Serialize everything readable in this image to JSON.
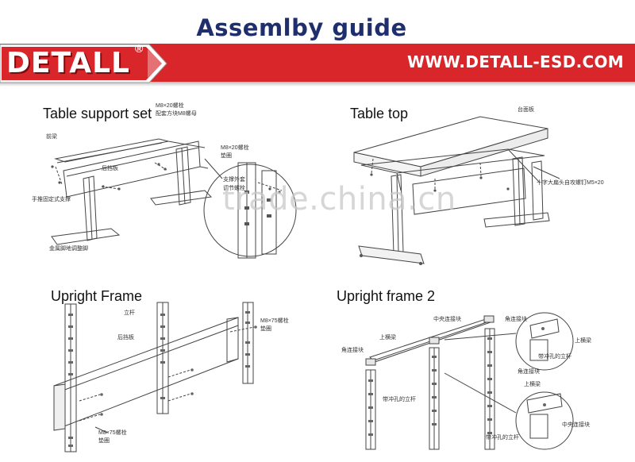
{
  "header": {
    "title": "Assemlby guide",
    "brand": "DETALL",
    "registered_mark": "®",
    "website": "WWW.DETALL-ESD.COM",
    "banner_color": "#d8262b",
    "title_color": "#1f2f6e"
  },
  "watermark": "trade.china.cn",
  "panels": {
    "table_support_set": {
      "label": "Table support set",
      "notes": [
        "M8×20螺栓",
        "配套方块M8螺母",
        "前梁",
        "M8×20螺栓",
        "垫圈",
        "后挡板",
        "支撑外套",
        "调节螺栓",
        "手推固定式支撑",
        "金属脚地调整脚"
      ]
    },
    "table_top": {
      "label": "Table top",
      "notes": [
        "台面板",
        "十字大扁头自攻螺钉M5×20"
      ]
    },
    "upright_frame": {
      "label": "Upright Frame",
      "notes": [
        "立杆",
        "M8×75螺栓",
        "垫圈",
        "后挡板",
        "M8×75螺栓",
        "垫圈"
      ]
    },
    "upright_frame_2": {
      "label": "Upright frame 2",
      "notes": [
        "中央连接块",
        "角连接块",
        "上横梁",
        "角连接块",
        "带冲孔的立杆",
        "角连接块",
        "上横梁",
        "带冲孔的立杆",
        "上横梁",
        "带冲孔的立杆",
        "中央连接块"
      ]
    }
  }
}
